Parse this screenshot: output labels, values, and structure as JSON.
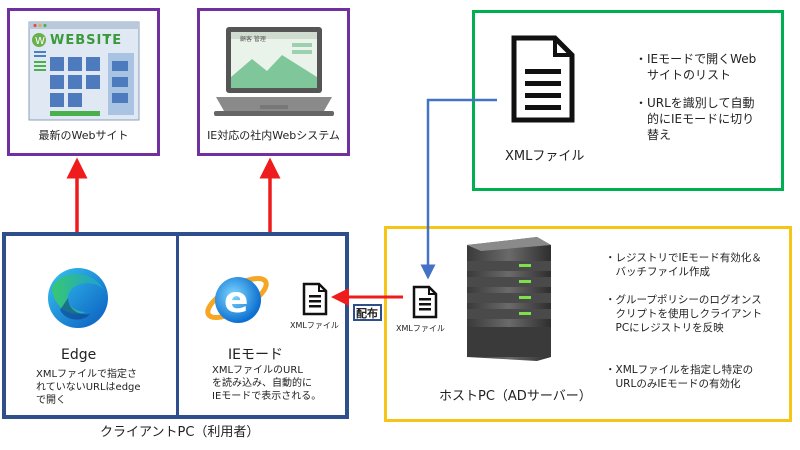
{
  "colors": {
    "purple": "#7030a0",
    "green": "#00b050",
    "navy": "#2f4e8c",
    "gold": "#f5c518",
    "red": "#ee1c1c",
    "blue": "#4472c4"
  },
  "website_box": {
    "logo_text": "WEBSITE",
    "caption": "最新のWebサイト"
  },
  "laptop_box": {
    "screen_text": "顧客 管理",
    "caption": "IE対応の社内Webシステム"
  },
  "xml_box": {
    "caption": "XMLファイル",
    "bullets": [
      "・IEモードで開くWeb\n　サイトのリスト",
      "・URLを識別して自動\n　的にIEモードに切り\n　替え"
    ]
  },
  "client": {
    "caption": "クライアントPC（利用者）",
    "edge": {
      "title": "Edge",
      "desc": "XMLファイルで指定さ\nれていないURLはedge\nで開く"
    },
    "ie": {
      "title": "IEモード",
      "desc": "XMLファイルのURL\nを読み込み、自動的に\nIEモードで表示される。"
    },
    "file_label": "XMLファイル"
  },
  "distribute_label": "配布",
  "host": {
    "caption": "ホストPC（ADサーバー）",
    "file_label": "XMLファイル",
    "bullets": [
      "・レジストリでIEモード有効化＆\n　バッチファイル作成",
      "・グループポリシーのログオンス\n　クリプトを使用しクライアント\n　PCにレジストリを反映",
      "・XMLファイルを指定し特定の\n　URLのみIEモードの有効化"
    ]
  }
}
